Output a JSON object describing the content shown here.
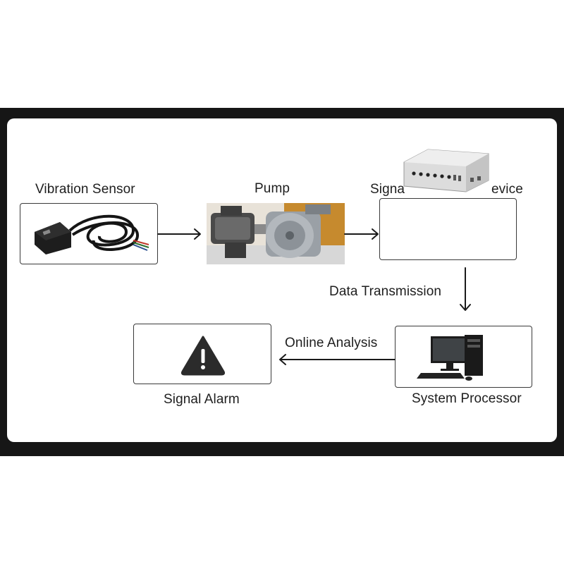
{
  "nodes": {
    "vibration_sensor": {
      "label": "Vibration Sensor",
      "icon": "vibration-sensor-image"
    },
    "pump": {
      "label": "Pump",
      "icon": "pump-motor-image"
    },
    "signal_device": {
      "label_left": "Signa",
      "label_right": "evice",
      "icon": "signal-acquisition-device-image"
    },
    "system_processor": {
      "label": "System Processor",
      "icon": "desktop-computer-image"
    },
    "signal_alarm": {
      "label": "Signal Alarm",
      "icon": "warning-triangle-icon"
    }
  },
  "edges": {
    "data_transmission": "Data Transmission",
    "online_analysis": "Online Analysis"
  },
  "colors": {
    "panel": "#161616",
    "card": "#ffffff",
    "border": "#3a3a3a",
    "text": "#1e1e1e",
    "warning": "#2b2b2b"
  }
}
